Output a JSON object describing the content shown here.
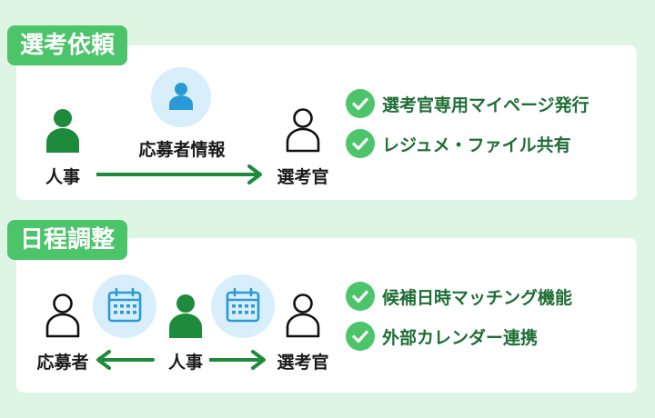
{
  "sections": [
    {
      "tag": "選考依頼",
      "flow": {
        "from": "人事",
        "payload": "応募者情報",
        "to": "選考官"
      },
      "features": [
        "選考官専用マイページ発行",
        "レジュメ・ファイル共有"
      ]
    },
    {
      "tag": "日程調整",
      "flow": {
        "left": "応募者",
        "center": "人事",
        "right": "選考官"
      },
      "features": [
        "候補日時マッチング機能",
        "外部カレンダー連携"
      ]
    }
  ],
  "colors": {
    "background": "#dff5e4",
    "tag": "#4cc46a",
    "dark_green": "#1e8a3c",
    "feature_text": "#1e6e35",
    "light_blue": "#d8eefa",
    "blue": "#2a9ad6"
  }
}
